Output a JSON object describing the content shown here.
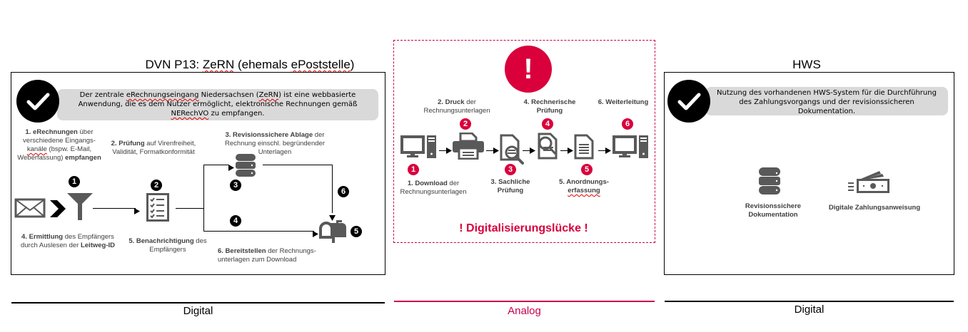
{
  "sections": {
    "left": {
      "title_prefix": "DVN P13: ",
      "title_zern": "ZeRN",
      "title_mid": " (ehemals ",
      "title_post": "ePoststelle",
      "title_end": ")",
      "banner": {
        "line1_a": "Der zentrale ",
        "line1_b": "eRechnungseingang",
        "line1_c": " Niedersachsen (",
        "line1_d": "ZeRN",
        "line1_e": ") ist eine webbasierte",
        "line2": "Anwendung, die es dem Nutzer ermöglicht, elektronische Rechnungen gemäß",
        "line3_a": "NERechVO",
        "line3_b": " zu empfangen."
      },
      "steps_top": {
        "s1": {
          "b1": "1. eRechnungen",
          "t1": " über",
          "t2": "verschiedene Eingangs-",
          "t3a": "kanäle",
          "t3b": " (bspw. E-Mail,",
          "t4": "Weberfassung) ",
          "b2": "empfangen"
        },
        "s2": {
          "b1": "2. Prüfung",
          "t1": " auf Virenfreiheit,",
          "t2": "Validität, Formatkonformität"
        },
        "s3": {
          "b1": "3. Revisionssichere Ablage",
          "t1": " der",
          "t2": "Rechnung einschl. begründender",
          "t3": "Unterlagen"
        }
      },
      "steps_bottom": {
        "s4": {
          "b1": "4. Ermittlung",
          "t1": " des Empfängers",
          "t2": "durch Auslesen der ",
          "b2": "Leitweg-ID"
        },
        "s5": {
          "b1": "5. Benachrichtigung",
          "t1": " des",
          "t2": "Empfängers"
        },
        "s6": {
          "b1": "6. Bereitstellen",
          "t1": " der Rechnungs-",
          "t2": "unterlagen zum Download"
        }
      },
      "markers": [
        "1",
        "2",
        "3",
        "4",
        "5",
        "6"
      ],
      "footer": "Digital"
    },
    "middle": {
      "alert_symbol": "!",
      "steps_top": {
        "s2": {
          "b1": "2. Druck",
          "t1": " der",
          "t2": "Rechnungsunterlagen"
        },
        "s4": {
          "b1": "4. Rechnerische",
          "b2": "Prüfung"
        },
        "s6": {
          "b1": "6. Weiterleitung"
        }
      },
      "steps_bottom": {
        "s1": {
          "b1": "1. Download",
          "t1": " der",
          "t2": "Rechnungsunterlagen"
        },
        "s3": {
          "b1": "3. Sachliche",
          "b2": "Prüfung"
        },
        "s5": {
          "b1": "5. Anordnungs-",
          "b2": "erfassung"
        }
      },
      "markers": [
        "1",
        "2",
        "3",
        "4",
        "5",
        "6"
      ],
      "gap_label": "! Digitalisierungslücke !",
      "footer": "Analog",
      "accent_color": "#d9003c"
    },
    "right": {
      "title": "HWS",
      "banner": {
        "line1": "Nutzung des vorhandenen HWS-System für die Durchführung",
        "line2": "des Zahlungsvorgangs und der revisionssicheren",
        "line3": "Dokumentation."
      },
      "item1": {
        "l1": "Revisionssichere",
        "l2": "Dokumentation"
      },
      "item2": {
        "l1": "Digitale Zahlungsanweisung"
      },
      "footer": "Digital"
    }
  }
}
